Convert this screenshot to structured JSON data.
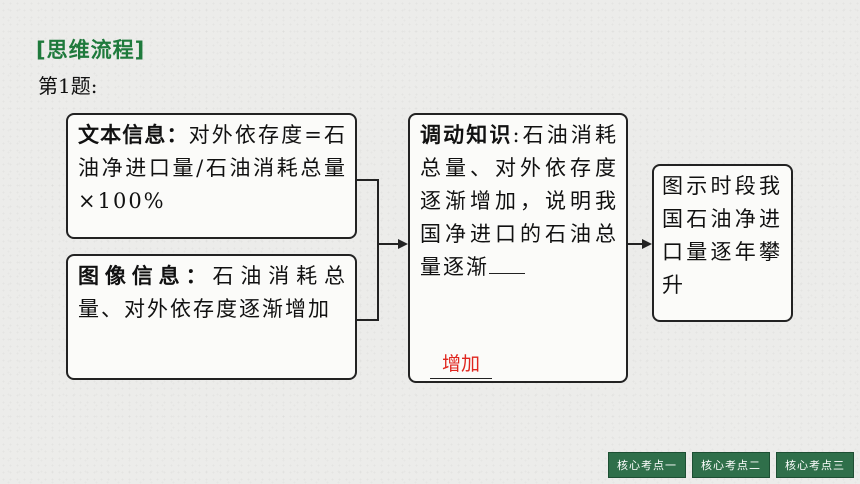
{
  "heading": "[思维流程]",
  "subheading": "第1题:",
  "text_box": {
    "label": "文本信息",
    "sep": "：",
    "body": "对外依存度=石油净进口量/石油消耗总量×100%"
  },
  "image_box": {
    "label": "图像信息",
    "sep": "：",
    "body": "石油消耗总量、对外依存度逐渐增加"
  },
  "knowledge_box": {
    "label": "调动知识",
    "sep": ":",
    "body": "石油消耗总量、对外依存度逐渐增加，说明我国净进口的石油总量逐渐"
  },
  "answer": "增加",
  "result_box": {
    "body": "图示时段我国石油净进口量逐年攀升"
  },
  "nav": {
    "item1": "核心考点一",
    "item2": "核心考点二",
    "item3": "核心考点三"
  },
  "colors": {
    "heading": "#1f7a3c",
    "answer": "#e0261f",
    "nav_bg": "#2f6f4a"
  }
}
